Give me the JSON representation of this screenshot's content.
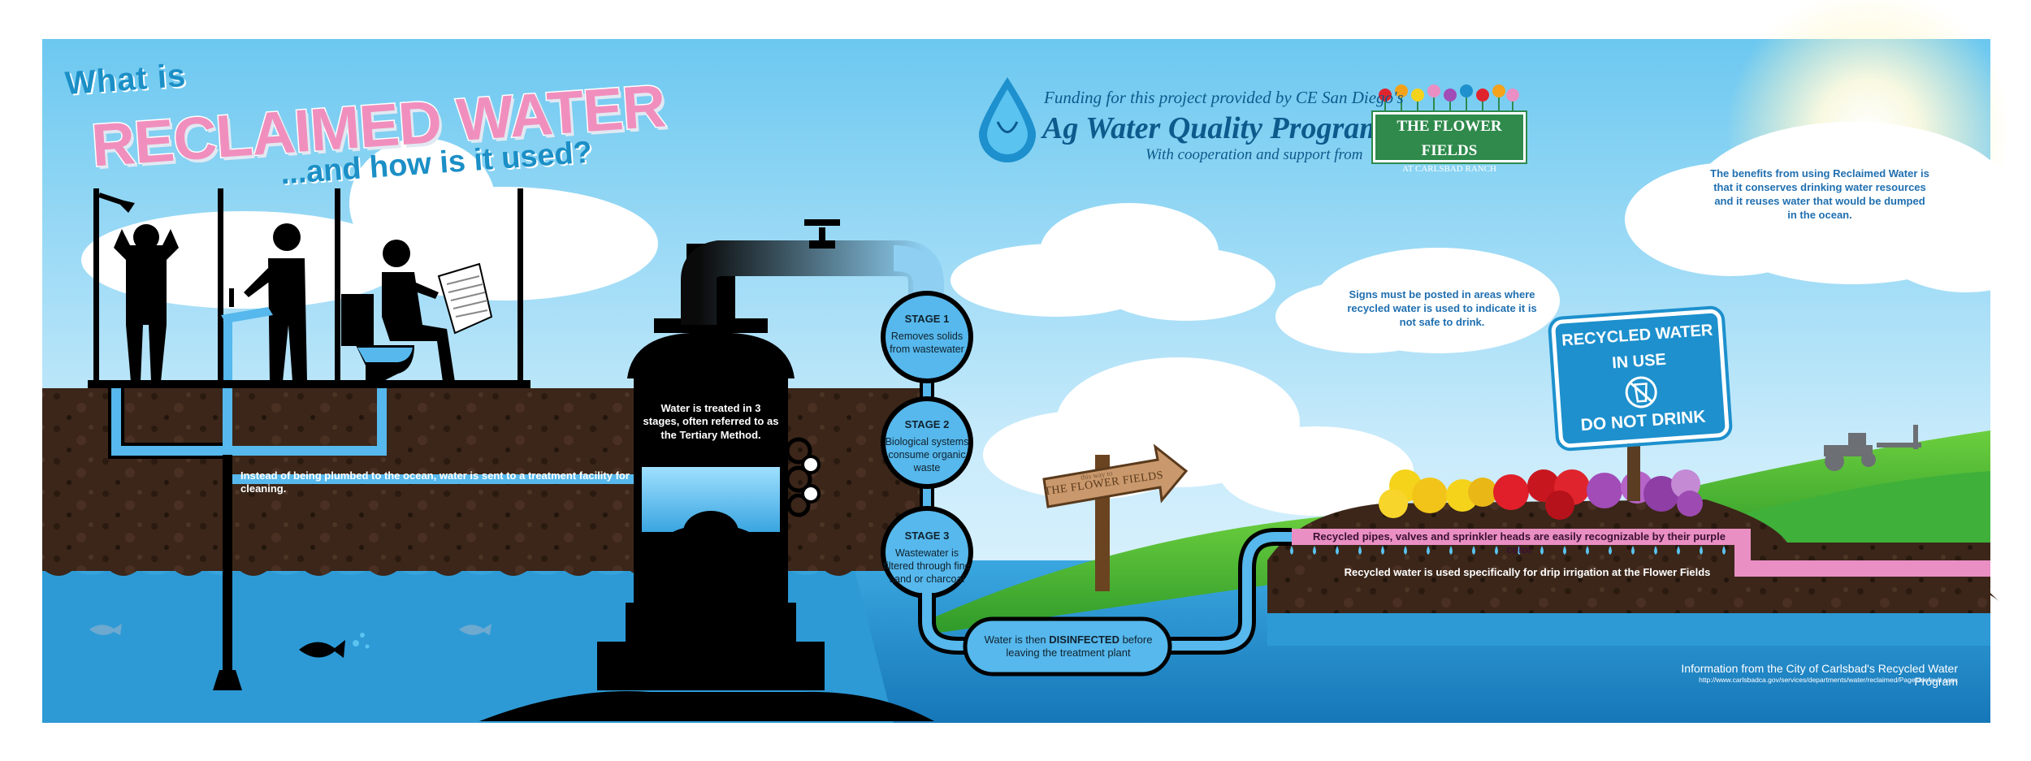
{
  "title": {
    "what_is": "What is",
    "main": "RECLAIMED WATER",
    "sub": "...and how is it used?"
  },
  "header": {
    "funding": "Funding for this project provided by CE San Diego's",
    "program": "Ag Water Quality Program",
    "cooperation": "With cooperation and support from"
  },
  "flower_fields_logo": {
    "name": "THE FLOWER FIELDS",
    "tagline": "AT CARLSBAD RANCH"
  },
  "notes": {
    "benefits": "The benefits from using Reclaimed Water is that it conserves drinking water resources and it reuses water that would be dumped in the ocean.",
    "signs": "Signs must be posted in areas where recycled water is used to indicate it is not safe to drink.",
    "plumbing": "Instead of being plumbed to the ocean, water is sent to a treatment facility for cleaning.",
    "tertiary": "Water is treated in 3 stages, often referred to as the Tertiary Method.",
    "purple": "Recycled pipes, valves and sprinkler heads are easily recognizable by their purple color",
    "drip": "Recycled water is used specifically for drip irrigation at the Flower Fields"
  },
  "stages": [
    {
      "label": "STAGE 1",
      "text": "Removes solids from wastewater"
    },
    {
      "label": "STAGE 2",
      "text": "Biological systems consume organic waste"
    },
    {
      "label": "STAGE 3",
      "text": "Wastewater is filtered through fine sand or charcoal"
    }
  ],
  "disinfected": {
    "before": "Water is then ",
    "bold": "DISINFECTED",
    "after": " before leaving the treatment plant"
  },
  "sign": {
    "line1": "RECYCLED WATER",
    "line2": "IN USE",
    "line3": "DO NOT DRINK"
  },
  "arrow_sign": {
    "small": "this way to",
    "text": "THE FLOWER FIELDS"
  },
  "credit": {
    "source": "Information from the City of Carlsbad's Recycled Water Program",
    "url": "http://www.carlsbadca.gov/services/departments/water/reclaimed/Pages/default.aspx"
  },
  "colors": {
    "sky_top": "#6cc8f0",
    "soil": "#3a2418",
    "ocean": "#2d9ad6",
    "pipe_blue": "#56b8ec",
    "pipe_purple": "#e98fc4",
    "grass": "#4caf32",
    "title_pink": "#f08fbd",
    "title_blue": "#1b8fc6"
  }
}
